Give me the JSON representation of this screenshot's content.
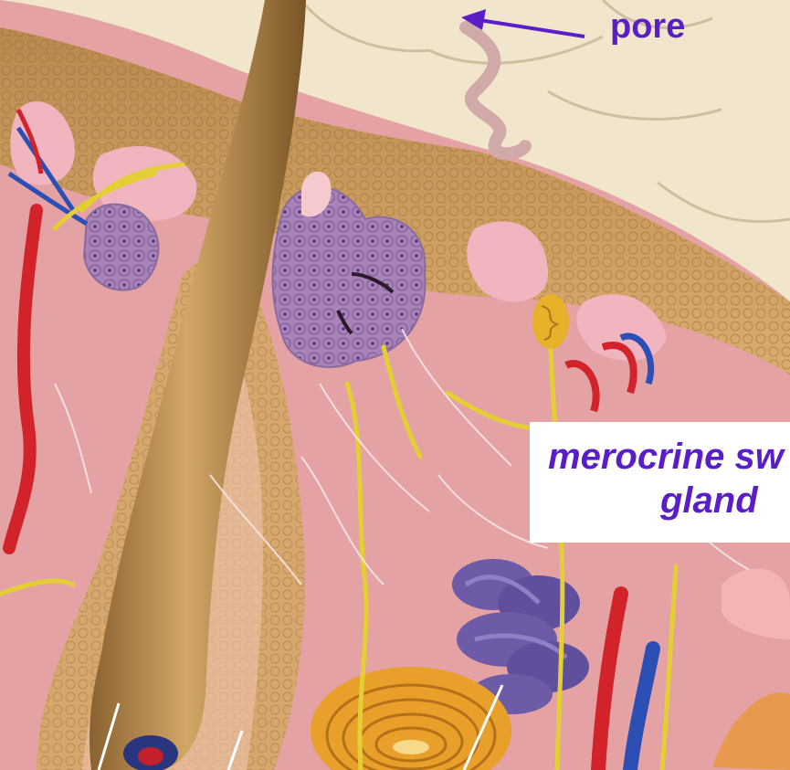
{
  "labels": {
    "pore": "pore",
    "gland_line1": "merocrine sw",
    "gland_line2": "gland"
  },
  "colors": {
    "label_text": "#5a1ec8",
    "arrow": "#5a1ec8",
    "epidermis_surface": "#f3ead3",
    "stratum_basale": "#c8955a",
    "dermis": "#e7a7a7",
    "hair_shaft": "#b88a4d",
    "artery": "#d6252b",
    "vein": "#2a4fb8",
    "nerve": "#e8d23a",
    "sweat_gland_coil": "#6a5aa8",
    "sebaceous_gland": "#9a7ab8",
    "pacinian_corpuscle": "#e9a32a"
  },
  "icons": {
    "pore_arrow": "arrow-left-icon"
  }
}
